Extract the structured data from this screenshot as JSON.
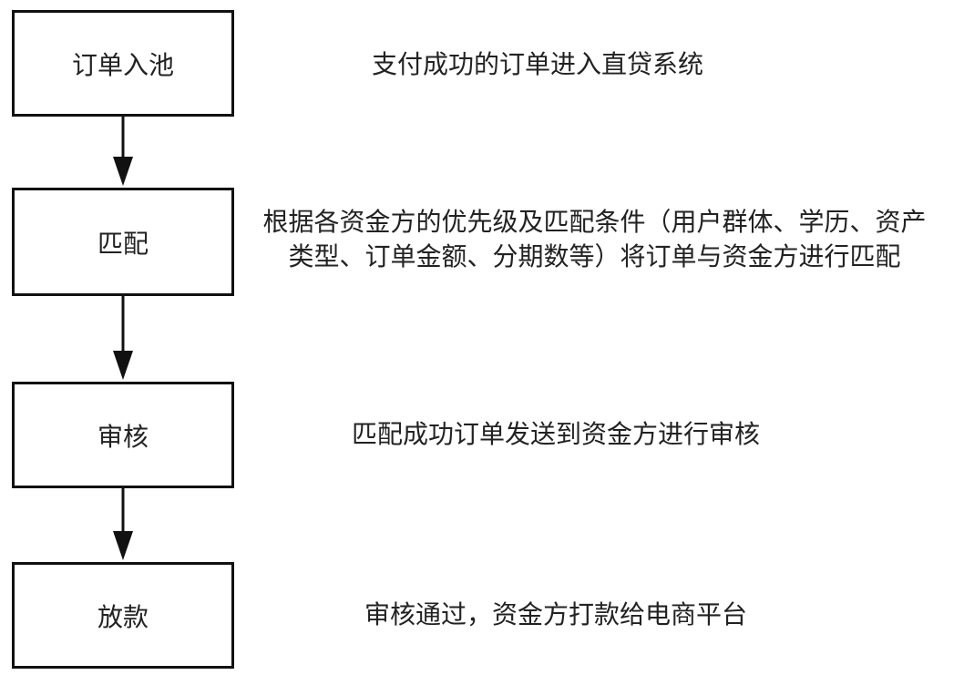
{
  "steps": [
    {
      "label": "订单入池",
      "description": [
        "支付成功的订单进入直贷系统"
      ]
    },
    {
      "label": "匹配",
      "description": [
        "根据各资金方的优先级及匹配条件（用户群体、学历、资产",
        "类型、订单金额、分期数等）将订单与资金方进行匹配"
      ]
    },
    {
      "label": "审核",
      "description": [
        "匹配成功订单发送到资金方进行审核"
      ]
    },
    {
      "label": "放款",
      "description": [
        "审核通过，资金方打款给电商平台"
      ]
    }
  ],
  "colors": {
    "stroke": "#111111",
    "text": "#222222",
    "background": "#ffffff"
  }
}
